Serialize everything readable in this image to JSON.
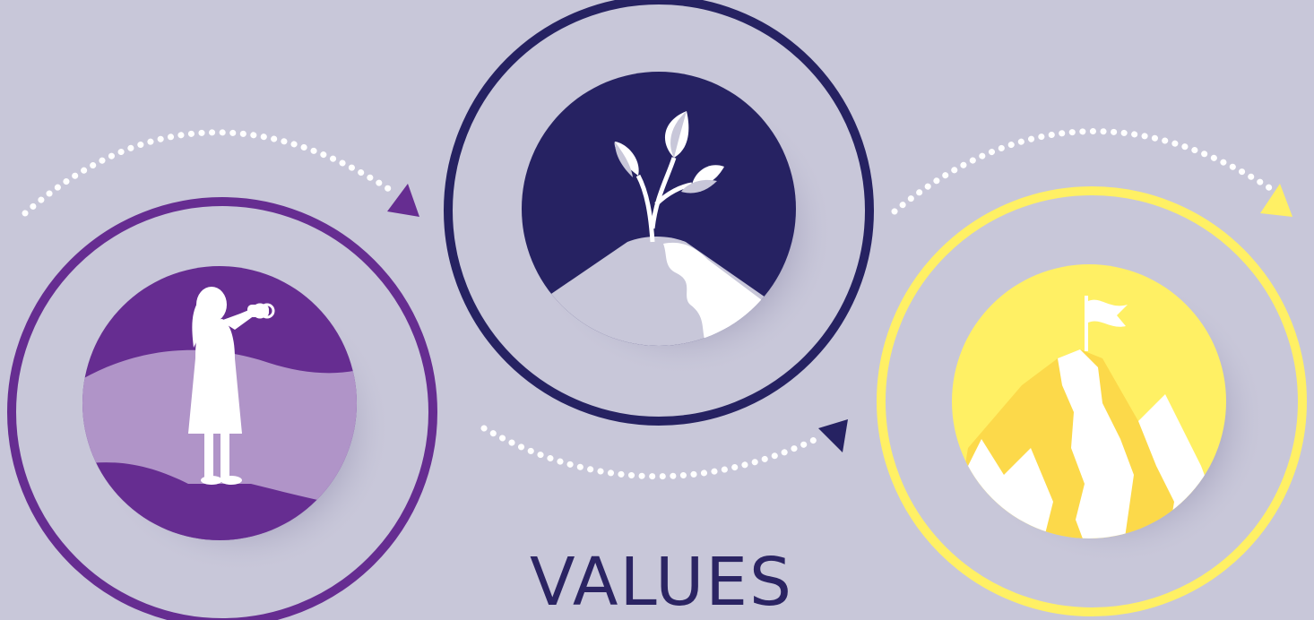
{
  "heading": {
    "text": "VALUES"
  },
  "colors": {
    "background": "#c8c7d9",
    "purple": "#662d91",
    "purple_light": "#b094c8",
    "navy": "#262262",
    "navy_soft": "#c8c7d9",
    "yellow": "#fff064",
    "yellow_deep": "#fcd94a",
    "white": "#ffffff"
  },
  "stages": [
    {
      "icon": "girl-with-binoculars-icon",
      "ring_color": "purple"
    },
    {
      "icon": "sprouting-plant-icon",
      "ring_color": "navy"
    },
    {
      "icon": "mountain-summit-flag-icon",
      "ring_color": "yellow"
    }
  ]
}
